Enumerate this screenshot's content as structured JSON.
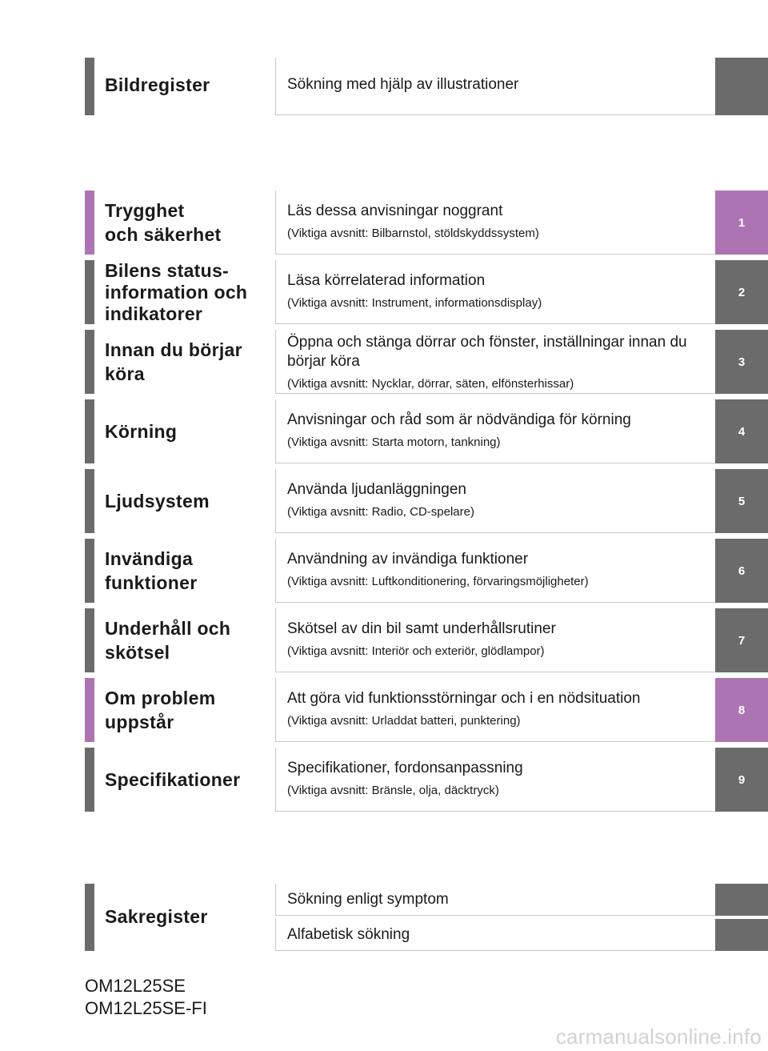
{
  "colors": {
    "gray": "#6b6b6b",
    "purple": "#ad74b3",
    "line": "#c9c9c9"
  },
  "picture_index": {
    "title": "Bildregister",
    "description": "Sökning med hjälp av illustrationer"
  },
  "chapters": [
    {
      "title_lines": [
        "Trygghet",
        "och säkerhet"
      ],
      "main": "Läs dessa anvisningar noggrant",
      "sub": "(Viktiga avsnitt: Bilbarnstol, stöldskyddssystem)",
      "number": "1",
      "color": "#ad74b3"
    },
    {
      "title_lines": [
        "Bilens status-",
        "information och",
        "indikatorer"
      ],
      "main": "Läsa körrelaterad information",
      "sub": "(Viktiga avsnitt: Instrument, informationsdisplay)",
      "number": "2",
      "color": "#6b6b6b"
    },
    {
      "title_lines": [
        "Innan du börjar",
        "köra"
      ],
      "main": "Öppna och stänga dörrar och fönster, inställningar innan du börjar köra",
      "sub": "(Viktiga avsnitt: Nycklar, dörrar, säten, elfönsterhissar)",
      "number": "3",
      "color": "#6b6b6b"
    },
    {
      "title_lines": [
        "Körning"
      ],
      "main": "Anvisningar och råd som är nödvändiga för körning",
      "sub": "(Viktiga avsnitt: Starta motorn, tankning)",
      "number": "4",
      "color": "#6b6b6b"
    },
    {
      "title_lines": [
        "Ljudsystem"
      ],
      "main": "Använda ljudanläggningen",
      "sub": "(Viktiga avsnitt: Radio, CD-spelare)",
      "number": "5",
      "color": "#6b6b6b"
    },
    {
      "title_lines": [
        "Invändiga",
        "funktioner"
      ],
      "main": "Användning av invändiga funktioner",
      "sub": "(Viktiga avsnitt: Luftkonditionering, förvaringsmöjligheter)",
      "number": "6",
      "color": "#6b6b6b"
    },
    {
      "title_lines": [
        "Underhåll och",
        "skötsel"
      ],
      "main": "Skötsel av din bil samt underhållsrutiner",
      "sub": "(Viktiga avsnitt: Interiör och exteriör, glödlampor)",
      "number": "7",
      "color": "#6b6b6b"
    },
    {
      "title_lines": [
        "Om problem",
        "uppstår"
      ],
      "main": "Att göra vid funktionsstörningar och i en nödsituation",
      "sub": "(Viktiga avsnitt: Urladdat batteri, punktering)",
      "number": "8",
      "color": "#ad74b3"
    },
    {
      "title_lines": [
        "Specifikationer"
      ],
      "main": "Specifikationer, fordonsanpassning",
      "sub": "(Viktiga avsnitt: Bränsle, olja, däcktryck)",
      "number": "9",
      "color": "#6b6b6b"
    }
  ],
  "subject_index": {
    "title": "Sakregister",
    "items": [
      "Sökning enligt symptom",
      "Alfabetisk sökning"
    ]
  },
  "codes": [
    "OM12L25SE",
    "OM12L25SE-FI"
  ],
  "watermark": "carmanualsonline.info"
}
